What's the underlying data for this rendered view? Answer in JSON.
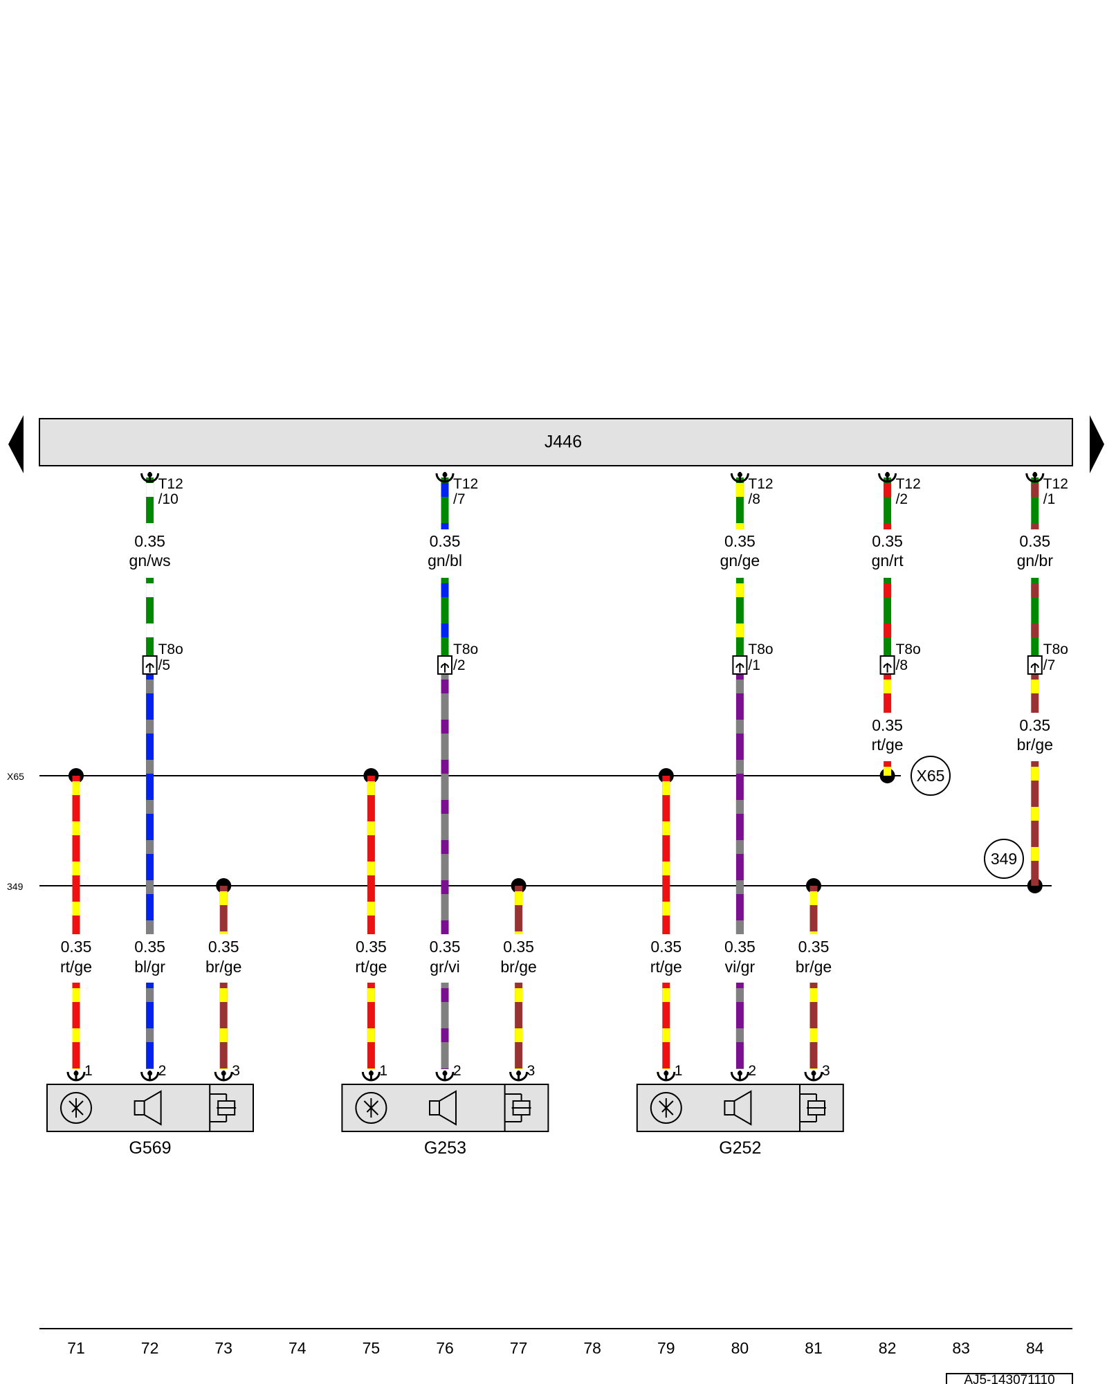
{
  "module": {
    "name": "J446"
  },
  "buses": [
    {
      "id": "x65",
      "label": "X65",
      "circle_label": "X65"
    },
    {
      "id": "b349",
      "label": "349",
      "circle_label": "349"
    }
  ],
  "colors": {
    "rt": "#ee1111",
    "ge": "#ffff00",
    "gn": "#008800",
    "ws": "#ffffff",
    "bl": "#0022ee",
    "gr": "#808080",
    "vi": "#7a0f90",
    "br": "#993333"
  },
  "upper_wires": [
    {
      "column": 72,
      "connector": "T12",
      "pin": "/10",
      "size": "0.35",
      "color_code": "gn/ws",
      "lower_connector": "T8o",
      "lower_pin": "/5"
    },
    {
      "column": 76,
      "connector": "T12",
      "pin": "/7",
      "size": "0.35",
      "color_code": "gn/bl",
      "lower_connector": "T8o",
      "lower_pin": "/2"
    },
    {
      "column": 80,
      "connector": "T12",
      "pin": "/8",
      "size": "0.35",
      "color_code": "gn/ge",
      "lower_connector": "T8o",
      "lower_pin": "/1"
    },
    {
      "column": 82,
      "connector": "T12",
      "pin": "/2",
      "size": "0.35",
      "color_code": "gn/rt",
      "lower_connector": "T8o",
      "lower_pin": "/8",
      "lower_size": "0.35",
      "lower_color_code": "rt/ge"
    },
    {
      "column": 84,
      "connector": "T12",
      "pin": "/1",
      "size": "0.35",
      "color_code": "gn/br",
      "lower_connector": "T8o",
      "lower_pin": "/7",
      "lower_size": "0.35",
      "lower_color_code": "br/ge"
    }
  ],
  "sensor_wires": [
    {
      "column": 71,
      "size": "0.35",
      "color_code": "rt/ge",
      "pin": "1"
    },
    {
      "column": 72,
      "size": "0.35",
      "color_code": "bl/gr",
      "pin": "2"
    },
    {
      "column": 73,
      "size": "0.35",
      "color_code": "br/ge",
      "pin": "3"
    },
    {
      "column": 75,
      "size": "0.35",
      "color_code": "rt/ge",
      "pin": "1"
    },
    {
      "column": 76,
      "size": "0.35",
      "color_code": "gr/vi",
      "pin": "2"
    },
    {
      "column": 77,
      "size": "0.35",
      "color_code": "br/ge",
      "pin": "3"
    },
    {
      "column": 79,
      "size": "0.35",
      "color_code": "rt/ge",
      "pin": "1"
    },
    {
      "column": 80,
      "size": "0.35",
      "color_code": "vi/gr",
      "pin": "2"
    },
    {
      "column": 81,
      "size": "0.35",
      "color_code": "br/ge",
      "pin": "3"
    }
  ],
  "components": [
    {
      "name": "G569",
      "first_column": 71
    },
    {
      "name": "G253",
      "first_column": 75
    },
    {
      "name": "G252",
      "first_column": 79
    }
  ],
  "columns": [
    "71",
    "72",
    "73",
    "74",
    "75",
    "76",
    "77",
    "78",
    "79",
    "80",
    "81",
    "82",
    "83",
    "84"
  ],
  "reference": "AJ5-143071110"
}
